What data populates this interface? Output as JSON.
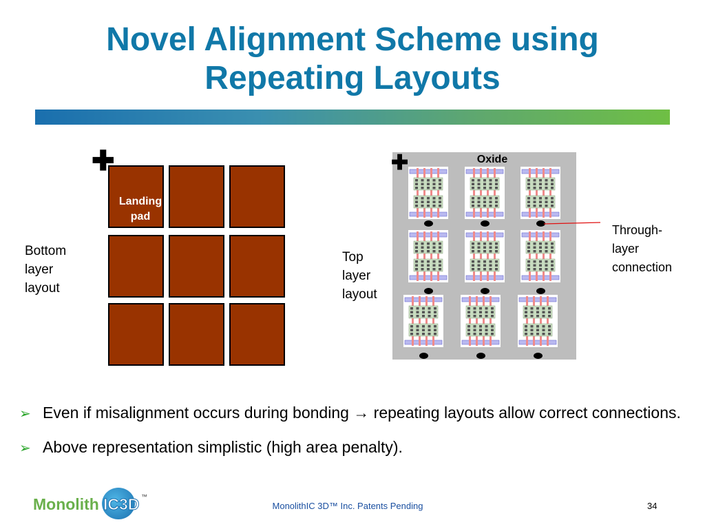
{
  "slide": {
    "title_line1": "Novel Alignment Scheme using",
    "title_line2": "Repeating Layouts"
  },
  "diagram": {
    "landing_pad_label_1": "Landing",
    "landing_pad_label_2": "pad",
    "bottom_layer_label_1": "Bottom",
    "bottom_layer_label_2": "layer",
    "bottom_layer_label_3": "layout",
    "top_layer_label_1": "Top",
    "top_layer_label_2": "layer",
    "top_layer_label_3": "layout",
    "oxide_label": "Oxide",
    "through_layer_label_1": "Through-",
    "through_layer_label_2": "layer",
    "through_layer_label_3": "connection",
    "alignment_mark": "✚",
    "colors": {
      "pad": "#993300",
      "oxide": "#bdbdbd",
      "title": "#1078a8",
      "connector_line": "#e01010"
    }
  },
  "bullets": {
    "marker": "➢",
    "item1_before": "Even if misalignment occurs during bonding ",
    "item1_arrow": "→",
    "item1_after": " repeating layouts allow correct connections.",
    "item2": "Above representation simplistic (high area penalty)."
  },
  "footer": {
    "logo_text_1": "Monolith",
    "logo_text_2": "IC3D",
    "trademark_text": "™",
    "center_text": "MonolithIC 3D™ Inc. Patents Pending",
    "page_number": "34"
  }
}
